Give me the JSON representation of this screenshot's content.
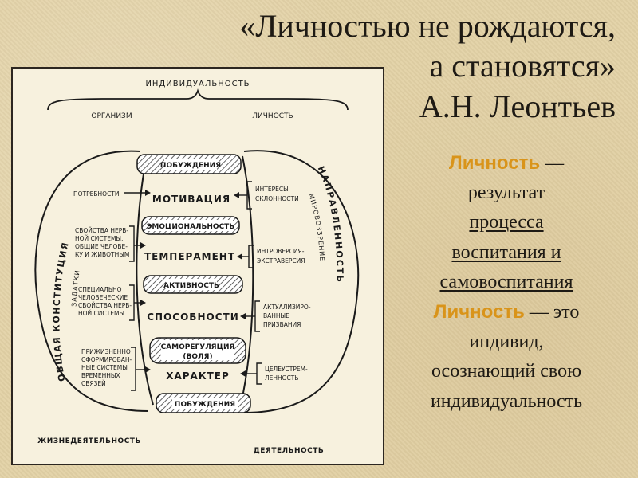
{
  "slide": {
    "quote_line1": "«Личностью не рождаются,",
    "quote_line2": "а становятся»",
    "quote_author": "А.Н. Леонтьев",
    "def1_term": "Личность",
    "def1_dash": " —",
    "def1_word1": "результат",
    "def1_word2": "процесса",
    "def1_word3": "воспитания и",
    "def1_word4": "самовоспитания",
    "def2_term": "Личность",
    "def2_rest": " — это",
    "def2_word1": "индивид,",
    "def2_word2": "осознающий свою",
    "def2_word3": "индивидуальность"
  },
  "diagram": {
    "top_label": "ИНДИВИДУАЛЬНОСТЬ",
    "left_header": "ОРГАНИЗМ",
    "right_header": "ЛИЧНОСТЬ",
    "bottom_left": "ЖИЗНЕДЕЯТЕЛЬНОСТЬ",
    "bottom_right": "ДЕЯТЕЛЬНОСТЬ",
    "left_arc": "ОБЩАЯ КОНСТИТУЦИЯ",
    "left_arc_sub": "ЗАДАТКИ",
    "right_arc": "НАПРАВЛЕННОСТЬ",
    "right_arc_sub": "МИРОВОЗЗРЕНИЕ",
    "center": {
      "motivation": "МОТИВАЦИЯ",
      "temperament": "ТЕМПЕРАМЕНТ",
      "abilities": "СПОСОБНОСТИ",
      "character": "ХАРАКТЕР"
    },
    "bands": {
      "impulses_top": "ПОБУЖДЕНИЯ",
      "emotionality": "ЭМОЦИОНАЛЬНОСТЬ",
      "activity": "АКТИВНОСТЬ",
      "self_regulation_1": "САМОРЕГУЛЯЦИЯ",
      "self_regulation_2": "(ВОЛЯ)",
      "impulses_bottom": "ПОБУЖДЕНИЯ"
    },
    "left_items": {
      "needs": "ПОТРЕБНОСТИ",
      "nervous_1": "СВОЙСТВА НЕРВ-",
      "nervous_2": "НОЙ СИСТЕМЫ,",
      "nervous_3": "ОБЩИЕ ЧЕЛОВЕ-",
      "nervous_4": "КУ И ЖИВОТНЫМ",
      "human_1": "СПЕЦИАЛЬНО",
      "human_2": "ЧЕЛОВЕЧЕСКИЕ",
      "human_3": "СВОЙСТВА НЕРВ-",
      "human_4": "НОЙ СИСТЕМЫ",
      "formed_1": "ПРИЖИЗНЕННО",
      "formed_2": "СФОРМИРОВАН-",
      "formed_3": "НЫЕ СИСТЕМЫ",
      "formed_4": "ВРЕМЕННЫХ",
      "formed_5": "СВЯЗЕЙ"
    },
    "right_items": {
      "interests_1": "ИНТЕРЕСЫ",
      "interests_2": "СКЛОННОСТИ",
      "introversion_1": "ИНТРОВЕРСИЯ-",
      "introversion_2": "ЭКСТРАВЕРСИЯ",
      "vocations_1": "АКТУАЛИЗИРО-",
      "vocations_2": "ВАННЫЕ",
      "vocations_3": "ПРИЗВАНИЯ",
      "purposeful_1": "ЦЕЛЕУСТРЕМ-",
      "purposeful_2": "ЛЕННОСТЬ"
    }
  }
}
